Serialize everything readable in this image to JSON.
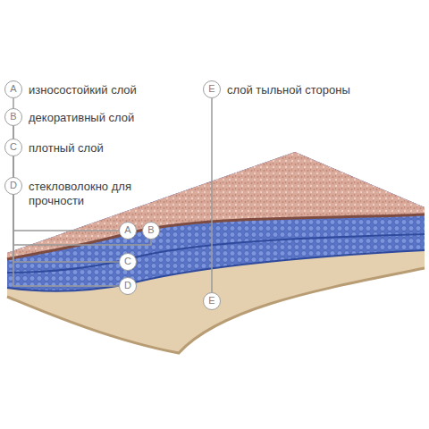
{
  "diagram": {
    "nodes": [
      {
        "text": [
          "A",
          "износостойкий слой"
        ]
      },
      {
        "text": [
          "B",
          "декоративный слой"
        ]
      },
      {
        "text": [
          "C",
          "плотный слой"
        ]
      },
      {
        "text": [
          "D",
          "стекловолокно для прочности"
        ]
      },
      {
        "text": [
          "E",
          "слой тыльной стороны"
        ]
      },
      {
        "text": [
          "A"
        ]
      },
      {
        "text": [
          "B"
        ]
      },
      {
        "text": [
          "C"
        ]
      },
      {
        "text": [
          "D"
        ]
      },
      {
        "text": [
          "E"
        ]
      }
    ],
    "edges": [
      {
        "from": 0,
        "to": 5,
        "arrow": "none"
      },
      {
        "from": 1,
        "to": 6,
        "arrow": "none"
      },
      {
        "from": 2,
        "to": 7,
        "arrow": "none"
      },
      {
        "from": 3,
        "to": 8,
        "arrow": "none"
      },
      {
        "from": 4,
        "to": 9,
        "arrow": "none"
      }
    ]
  }
}
